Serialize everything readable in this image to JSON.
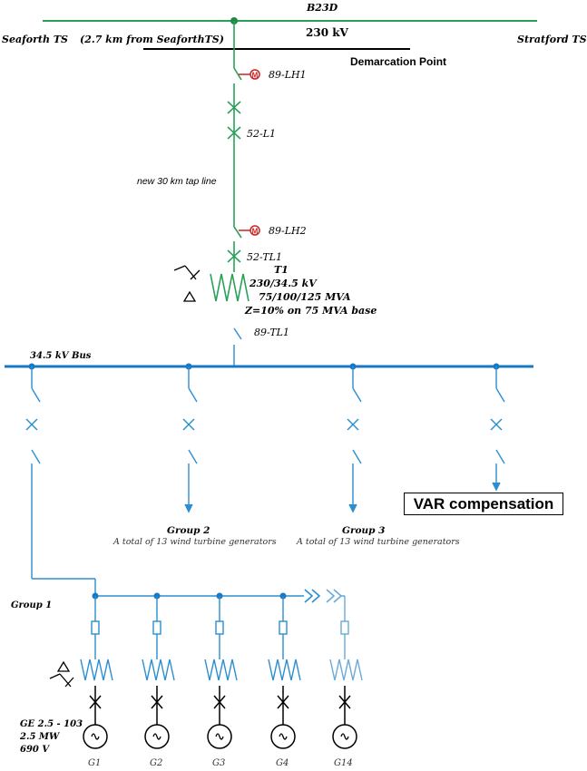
{
  "colors": {
    "line_230kv": "#2aa05a",
    "bus_345kv": "#1a78c2",
    "feeder": "#2a8fd0",
    "group1": "#3a8fc8",
    "branch_last": "#6aaad8",
    "motor": "#cc2222",
    "black": "#000000"
  },
  "top": {
    "line_name": "B23D",
    "left_station": "Seaforth TS",
    "right_station": "Stratford TS",
    "tap_distance": "(2.7 km from SeaforthTS)",
    "voltage": "230 kV",
    "demarcation": "Demarcation Point"
  },
  "tap_line": {
    "switch_1": "89-LH1",
    "breaker_1": "52-L1",
    "line_label": "new 30 km tap line",
    "switch_2": "89-LH2",
    "breaker_2": "52-TL1",
    "motor_symbol": "M"
  },
  "transformer": {
    "name": "T1",
    "voltage": "230/34.5 kV",
    "rating": "75/100/125 MVA",
    "impedance": "Z=10% on 75 MVA base",
    "lv_switch": "89-TL1"
  },
  "bus": {
    "label": "34.5 kV Bus"
  },
  "feeders": {
    "group2": {
      "title": "Group 2",
      "desc": "A total of 13 wind turbine generators"
    },
    "group3": {
      "title": "Group 3",
      "desc": "A total of 13 wind turbine generators"
    },
    "var": "VAR compensation"
  },
  "group1": {
    "label": "Group 1",
    "gen_model": "GE 2.5 - 103",
    "gen_mw": "2.5 MW",
    "gen_v": "690 V",
    "generators": [
      "G1",
      "G2",
      "G3",
      "G4",
      "G14"
    ]
  }
}
